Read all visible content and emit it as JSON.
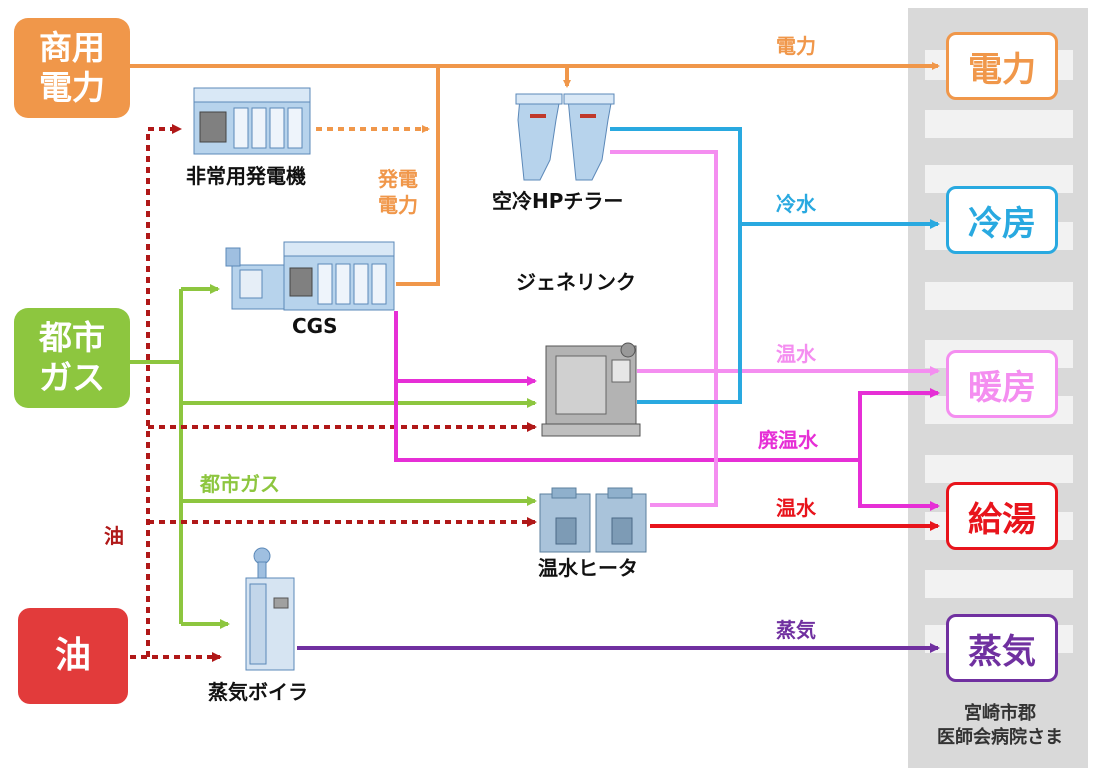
{
  "sources": {
    "commercial_power": [
      "商用",
      "電力"
    ],
    "city_gas": [
      "都市",
      "ガス"
    ],
    "oil": "油"
  },
  "equipment": {
    "emergency_generator": "非常用発電機",
    "cgs": "CGS",
    "air_hp_chiller": "空冷HPチラー",
    "genelink": "ジェネリンク",
    "hot_water_heater": "温水ヒータ",
    "steam_boiler": "蒸気ボイラ"
  },
  "flow_labels": {
    "power": "電力",
    "generated_power": [
      "発電",
      "電力"
    ],
    "chilled_water": "冷水",
    "hot_water": "温水",
    "waste_hot_water": "廃温水",
    "hot_water_2": "温水",
    "city_gas": "都市ガス",
    "oil": "油",
    "steam": "蒸気"
  },
  "destinations": {
    "power": "電力",
    "cooling": "冷房",
    "heating": "暖房",
    "hot_water_supply": "給湯",
    "steam": "蒸気"
  },
  "facility": [
    "宮崎市郡",
    "医師会病院さま"
  ],
  "colors": {
    "power": "#f0974a",
    "city_gas": "#8dc63f",
    "oil_source": "#e23b3b",
    "oil_line": "#b01818",
    "chilled": "#29a9e0",
    "hot_water": "#f48ef0",
    "waste_hot": "#e62fd6",
    "hot_water_red": "#e8141c",
    "steam": "#7030a0",
    "building": "#d9d9d9"
  },
  "icons": [
    "chiller-icon",
    "generator-icon",
    "cgs-icon",
    "absorption-chiller-icon",
    "water-heater-icon",
    "boiler-icon"
  ]
}
